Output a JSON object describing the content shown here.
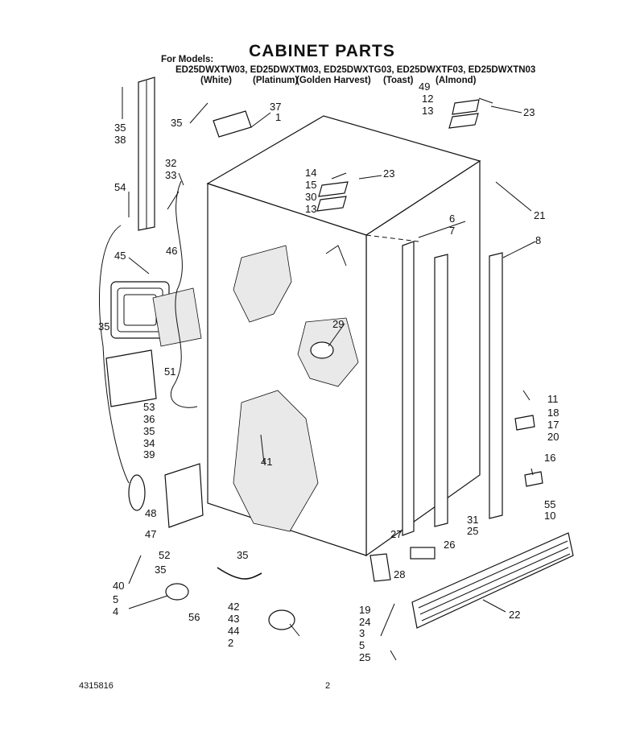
{
  "header": {
    "title": "CABINET PARTS",
    "for_models_label": "For Models:",
    "models_line": "ED25DWXTW03, ED25DWXTM03, ED25DWXTG03, ED25DWXTF03, ED25DWXTN03",
    "colors": [
      "(White)",
      "(Platinum)",
      "(Golden Harvest)",
      "(Toast)",
      "(Almond)"
    ]
  },
  "footer": {
    "part_number": "4315816",
    "page_number": "2"
  },
  "callouts": [
    "35",
    "38",
    "54",
    "35",
    "37",
    "1",
    "32",
    "33",
    "46",
    "45",
    "35",
    "51",
    "53",
    "36",
    "35",
    "34",
    "39",
    "48",
    "47",
    "52",
    "35",
    "40",
    "35",
    "5",
    "4",
    "56",
    "42",
    "43",
    "44",
    "41",
    "29",
    "14",
    "15",
    "30",
    "13",
    "23",
    "49",
    "12",
    "13",
    "23",
    "21",
    "6",
    "7",
    "8",
    "11",
    "18",
    "17",
    "20",
    "16",
    "55",
    "10",
    "31",
    "27",
    "28",
    "26",
    "25",
    "19",
    "24",
    "3",
    "5",
    "25",
    "2",
    "22"
  ]
}
